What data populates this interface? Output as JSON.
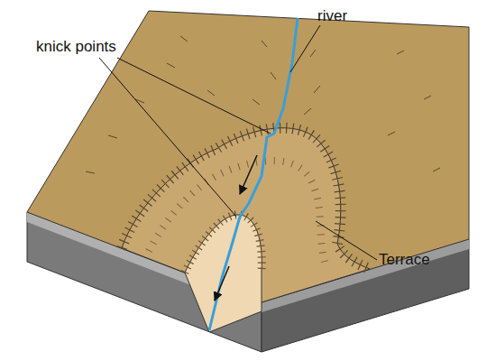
{
  "diagram": {
    "labels": [
      "knick points",
      "river",
      "Terrace"
    ]
  }
}
